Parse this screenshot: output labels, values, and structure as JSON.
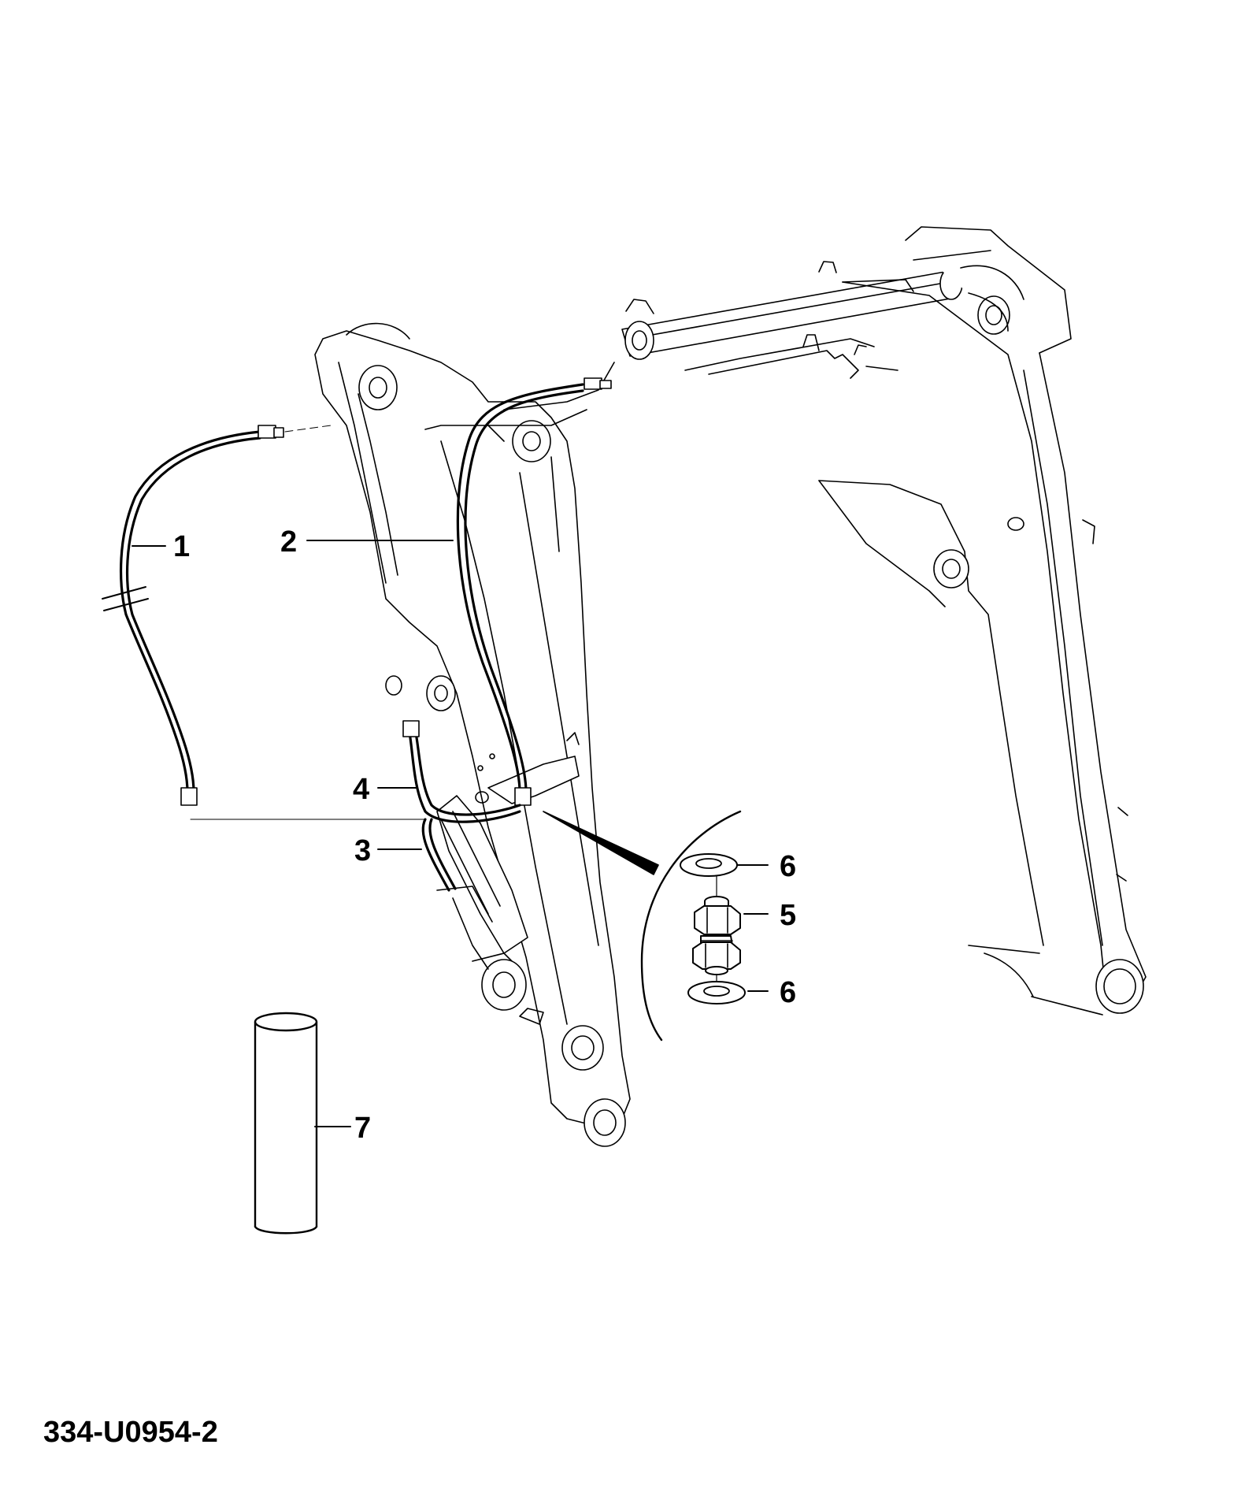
{
  "drawing_number": "334-U0954-2",
  "callouts": {
    "item_1": "1",
    "item_2": "2",
    "item_3": "3",
    "item_4": "4",
    "item_5": "5",
    "item_6_upper": "6",
    "item_6_lower": "6",
    "item_7": "7"
  },
  "colors": {
    "line": "#000000",
    "background": "#ffffff"
  }
}
